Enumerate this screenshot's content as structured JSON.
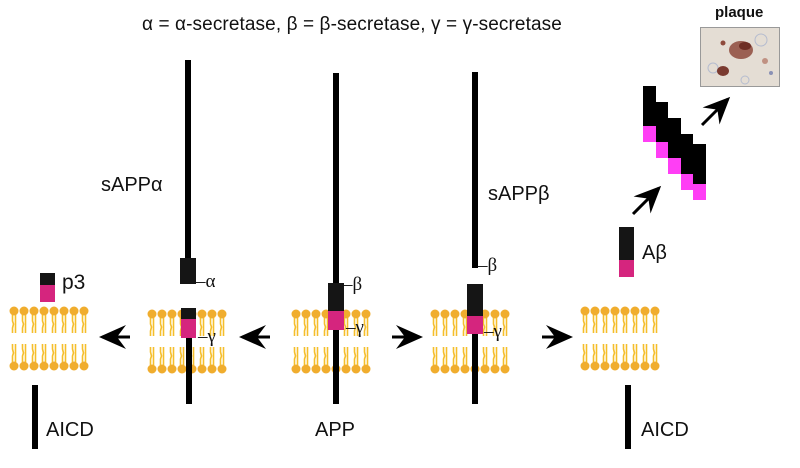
{
  "legend": "α = α-secretase,   β = β-secretase,  γ = γ-secretase",
  "labels": {
    "sapp_alpha": "sAPPα",
    "sapp_beta": "sAPPβ",
    "app": "APP",
    "aicd_left": "AICD",
    "aicd_right": "AICD",
    "p3": "p3",
    "abeta": "Aβ",
    "plaque": "plaque"
  },
  "cut_sites": {
    "alpha": "–α",
    "beta": "–β",
    "gamma": "–γ"
  },
  "colors": {
    "membrane": "#f0ad2e",
    "fragment_dark": "#151515",
    "fragment_pink": "#d5257e",
    "oligomer_pink": "#ff3ef5"
  },
  "pathway": {
    "non_amyloidogenic": [
      "APP",
      "α-secretase cleavage → sAPPα",
      "γ-secretase cleavage → p3 + AICD"
    ],
    "amyloidogenic": [
      "APP",
      "β-secretase cleavage → sAPPβ",
      "γ-secretase cleavage → Aβ + AICD",
      "Aβ oligomers",
      "plaque"
    ]
  }
}
